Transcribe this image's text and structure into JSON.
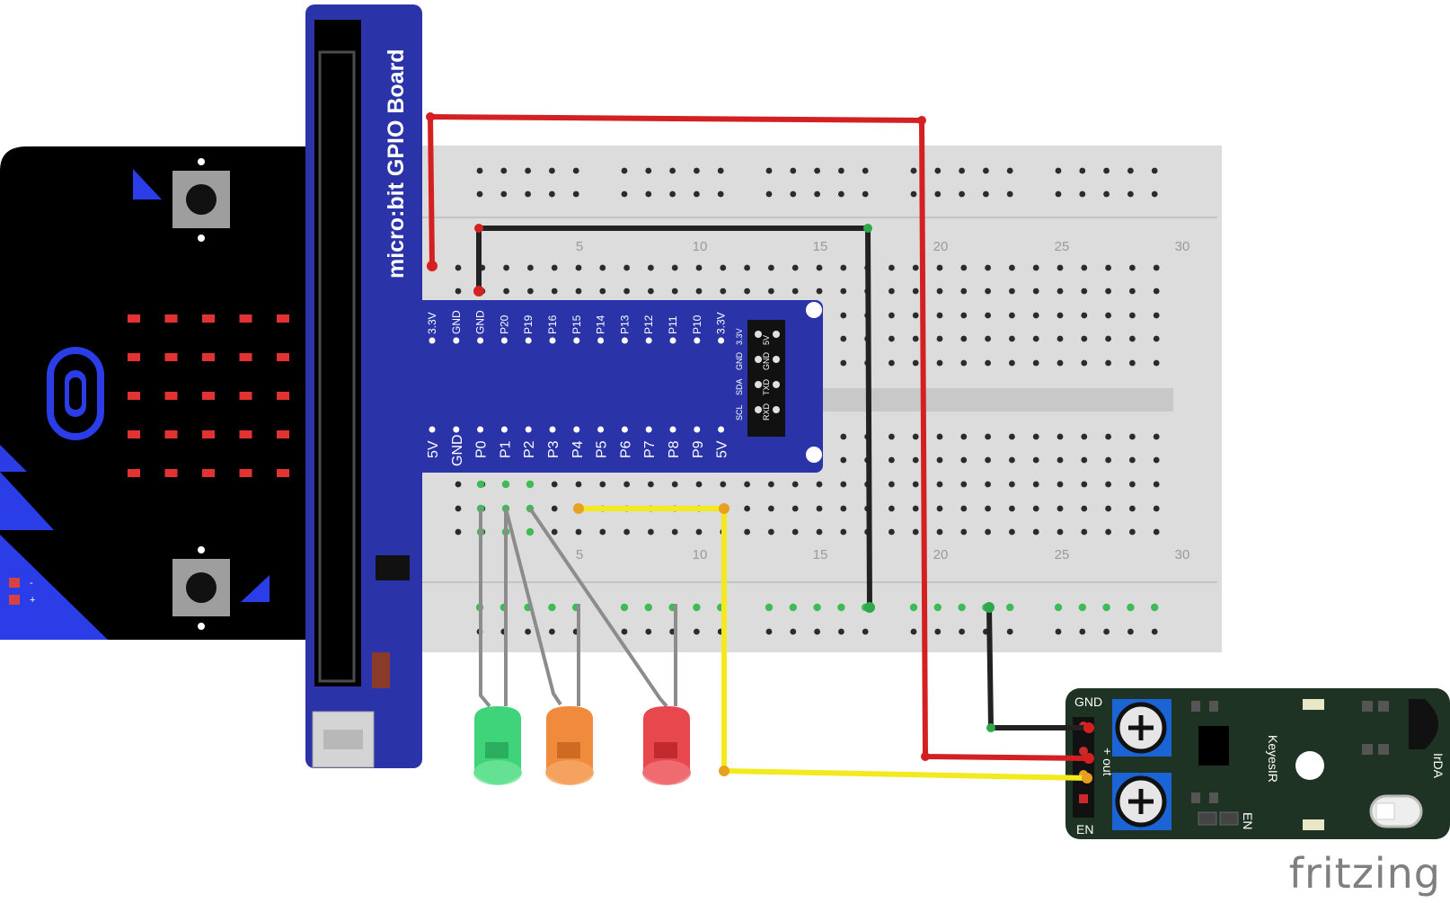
{
  "gpio_board": {
    "title": "micro:bit GPIO Board",
    "top_pins": [
      "3.3V",
      "GND",
      "GND",
      "P20",
      "P19",
      "P16",
      "P15",
      "P14",
      "P13",
      "P12",
      "P11",
      "P10",
      "3.3V"
    ],
    "bottom_pins": [
      "5V",
      "GND",
      "P0",
      "P1",
      "P2",
      "P3",
      "P4",
      "P5",
      "P6",
      "P7",
      "P8",
      "P9",
      "5V"
    ],
    "i2c_top": [
      "3.3V",
      "GND",
      "SDA",
      "SCL"
    ],
    "i2c_bottom": [
      "5V",
      "GND",
      "TXD",
      "RXD"
    ]
  },
  "microbit": {
    "battery_minus": "-",
    "battery_plus": "+"
  },
  "breadboard": {
    "column_labels_top": [
      "5",
      "10",
      "15",
      "20",
      "25",
      "30"
    ],
    "column_labels_bottom": [
      "5",
      "10",
      "15",
      "20",
      "25",
      "30"
    ]
  },
  "ir_module": {
    "gnd_label": "GND",
    "out_label": "+ out",
    "en_label": "EN",
    "en_label_2": "EN",
    "name_label": "KeyesIR",
    "irda_label": "IrDA"
  },
  "leds": [
    {
      "color_name": "green",
      "color": "#3fd37a"
    },
    {
      "color_name": "orange",
      "color": "#f08a3c"
    },
    {
      "color_name": "red",
      "color": "#e8484d"
    }
  ],
  "wire_colors": {
    "red": "#d42020",
    "black": "#222222",
    "yellow": "#f2ea1c",
    "gray": "#8c8c8c"
  },
  "watermark": "fritzing"
}
